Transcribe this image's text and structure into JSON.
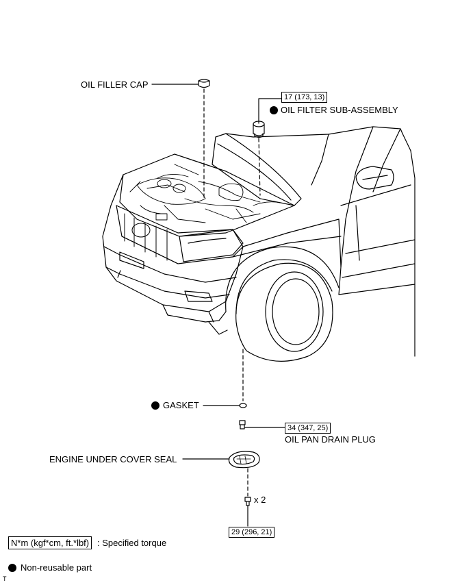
{
  "labels": {
    "oil_filler_cap": "OIL FILLER CAP",
    "oil_filter": "OIL FILTER SUB-ASSEMBLY",
    "gasket": "GASKET",
    "oil_pan_drain_plug": "OIL PAN DRAIN PLUG",
    "engine_under_cover_seal": "ENGINE UNDER COVER SEAL",
    "bolt_qty": "x 2"
  },
  "torques": {
    "oil_filter": "17 (173, 13)",
    "drain_plug": "34 (347, 25)",
    "under_cover_bolt": "29 (296, 21)"
  },
  "legend": {
    "torque_units": "N*m (kgf*cm, ft.*lbf)",
    "torque_desc": ": Specified torque",
    "nonreusable": "Non-reusable part"
  },
  "footer_mark": "T",
  "colors": {
    "line": "#000000",
    "background": "#ffffff"
  }
}
